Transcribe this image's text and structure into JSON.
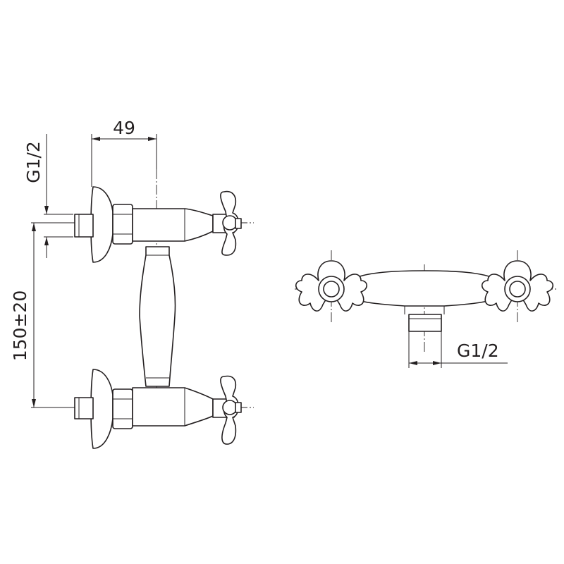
{
  "dimensions": {
    "width_label": "49",
    "thread_label_side": "G1/2",
    "centers_label": "150±20",
    "thread_label_top": "G1/2"
  }
}
